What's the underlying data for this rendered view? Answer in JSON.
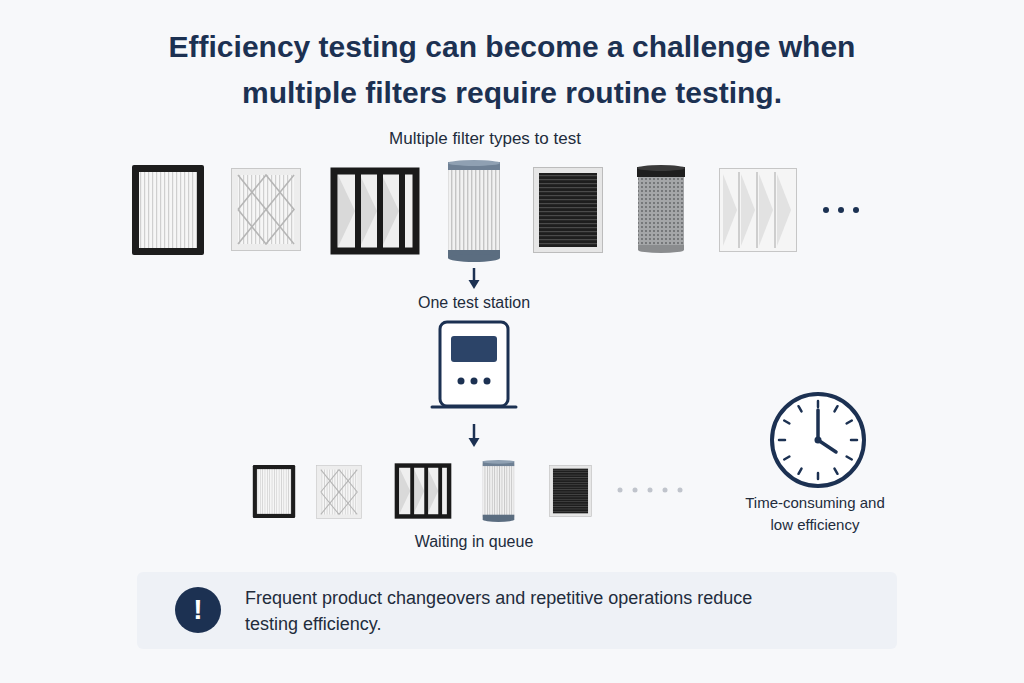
{
  "diagram": {
    "title": "Efficiency testing can become a challenge when multiple filters require routine testing.",
    "nodes": [
      {
        "text": [
          "Multiple filter types to test"
        ]
      },
      {
        "text": [
          "One test station"
        ]
      },
      {
        "text": [
          "Waiting in queue"
        ]
      },
      {
        "text": [
          "Time-consuming and low efficiency"
        ]
      },
      {
        "text": [
          "Frequent product changeovers and repetitive operations reduce testing efficiency."
        ]
      },
      {
        "text": [
          "!"
        ],
        "in": 4
      }
    ],
    "edges": [
      {
        "from": 0,
        "to": 1,
        "arrow": "to"
      },
      {
        "from": 1,
        "to": 2,
        "arrow": "to"
      }
    ]
  }
}
